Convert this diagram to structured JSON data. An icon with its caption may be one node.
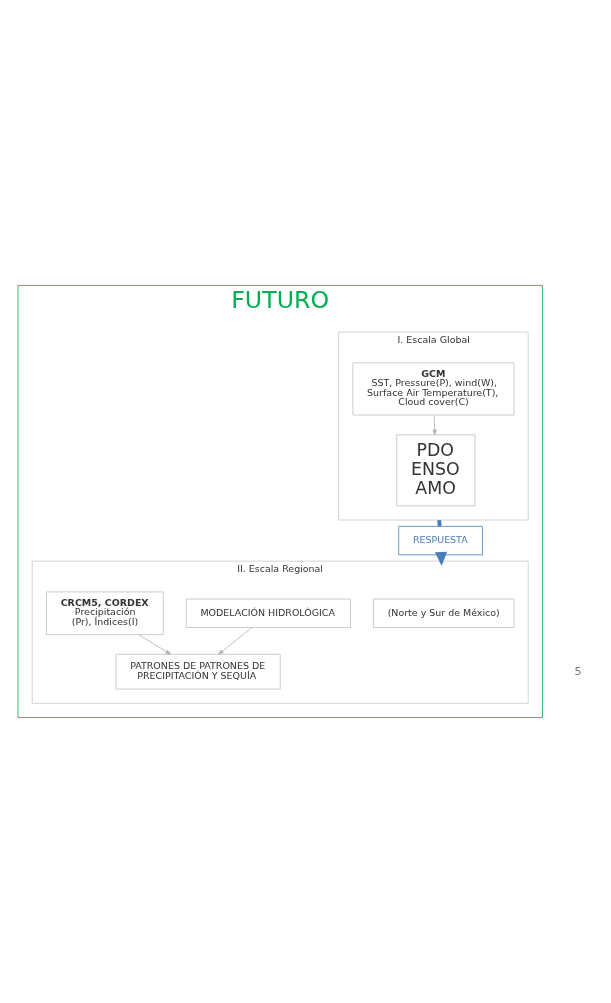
{
  "diagram": {
    "nodes": [
      {
        "text": [
          "FUTURO"
        ]
      },
      {
        "text": [
          "I. Escala Global"
        ],
        "in": 0
      },
      {
        "text": [
          "GCM",
          "SST, Pressure(P), wind(W), Surface Air Temperature(T), Cloud cover(C)"
        ],
        "in": 1
      },
      {
        "text": [
          "PDO",
          "ENSO",
          "AMO"
        ],
        "in": 1
      },
      {
        "text": [
          "RESPUESTA"
        ],
        "in": 0
      },
      {
        "text": [
          "II. Escala Regional"
        ],
        "in": 0
      },
      {
        "text": [
          "(Norte y Sur de México)"
        ],
        "in": 5
      },
      {
        "text": [
          "CRCM5, CORDEX",
          "Precipitación (Pr), Índices(I)"
        ],
        "in": 5
      },
      {
        "text": [
          "PATRONES DE PATRONES DE PRECIPITACIÓN Y SEQUÍA"
        ],
        "in": 5
      },
      {
        "text": [
          "MODELACIÓN HIDROLÒGICA"
        ],
        "in": 5
      }
    ],
    "edges": [
      {
        "from": 2,
        "to": 3,
        "arrow": "to"
      },
      {
        "from": 1,
        "to": 4,
        "arrow": "none",
        "style": "thick",
        "color": "#4a7ebb"
      },
      {
        "from": 4,
        "to": 5,
        "arrow": "to",
        "style": "thick",
        "color": "#4a7ebb"
      },
      {
        "from": 7,
        "to": 8,
        "arrow": "to"
      },
      {
        "from": 9,
        "to": 8,
        "arrow": "to"
      }
    ],
    "labels": [
      "5"
    ]
  }
}
